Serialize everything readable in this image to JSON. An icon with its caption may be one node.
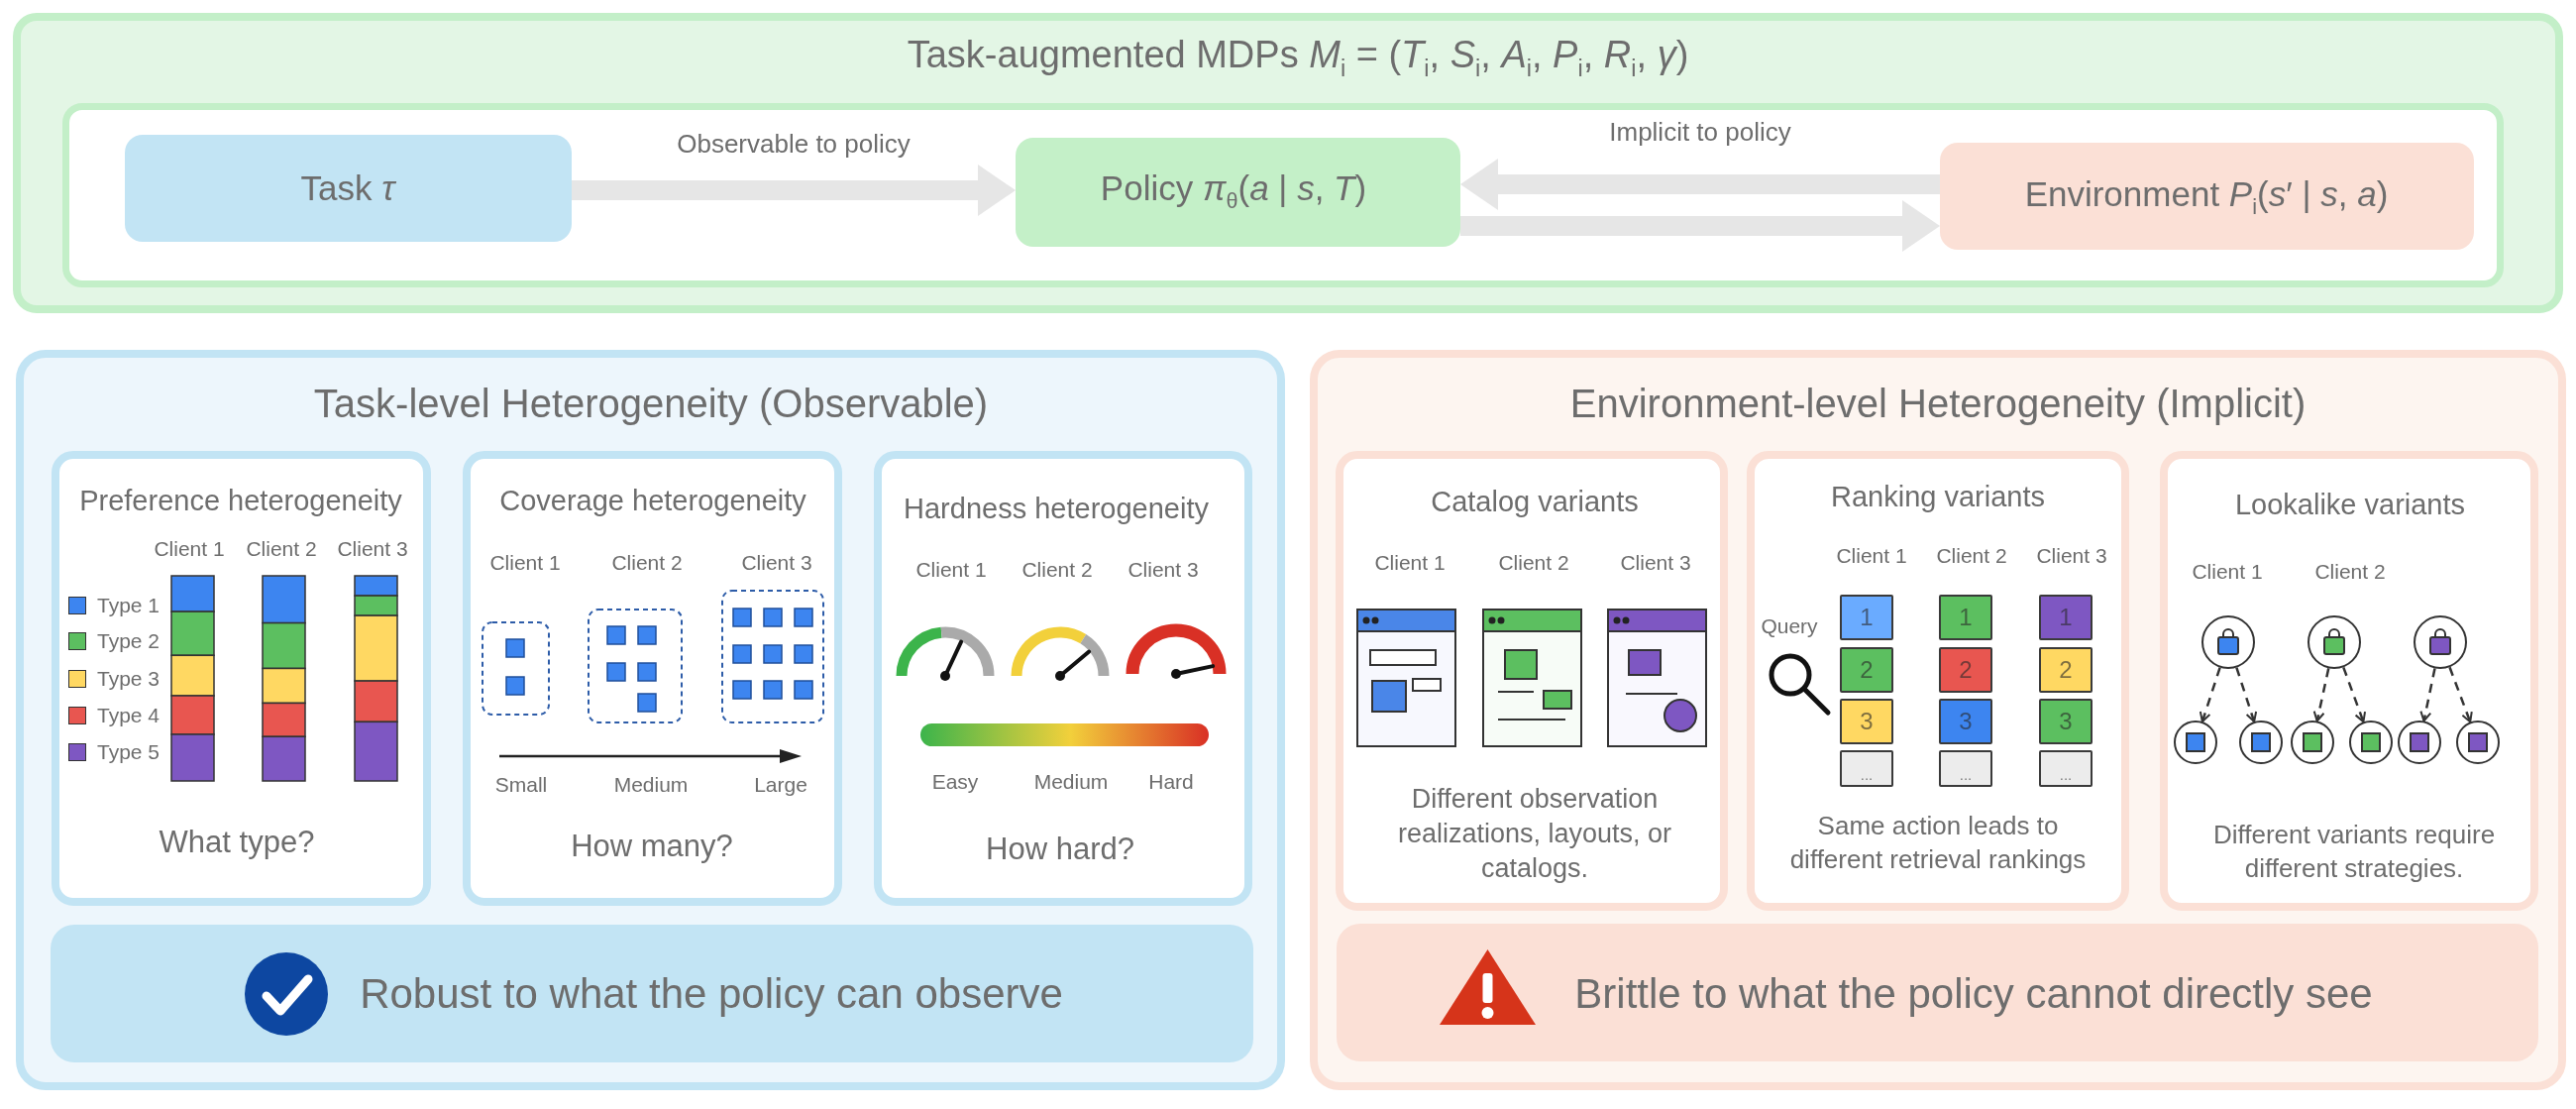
{
  "diagram": {
    "nodes": [
      {
        "text": [
          "Task-augmented MDPs *M*$_{i}$ = (*T*$_{i}$, *S*$_{i}$, *A*$_{i}$, *P*$_{i}$, *R*$_{i}$, *γ*)"
        ]
      },
      {
        "text": [],
        "shape": "box",
        "in": 0
      },
      {
        "text": [
          "Task *τ*"
        ],
        "in": 1
      },
      {
        "text": [
          "Policy *π*$_{θ}$(*a* | *s*, *T*)"
        ],
        "in": 1
      },
      {
        "text": [
          "Environment *P*$_{i}$(*s*′ | *s*, *a*)"
        ],
        "in": 1
      },
      {
        "text": [
          "Task-level Heterogeneity (Observable)"
        ]
      },
      {
        "text": [
          "Preference heterogeneity",
          "What type?"
        ],
        "in": 5
      },
      {
        "text": [
          "Coverage heterogeneity",
          "How many?"
        ],
        "in": 5
      },
      {
        "text": [
          "Hardness heterogeneity",
          "How hard?"
        ],
        "in": 5
      },
      {
        "text": [
          "Robust to what the policy can observe"
        ],
        "in": 5
      },
      {
        "text": [
          "Environment-level Heterogeneity (Implicit)"
        ]
      },
      {
        "text": [
          "Catalog variants",
          "Different observation realizations, layouts, or catalogs."
        ],
        "in": 10
      },
      {
        "text": [
          "Ranking variants",
          "Same action leads to different retrieval rankings"
        ],
        "in": 10
      },
      {
        "text": [
          "1"
        ],
        "in": 12
      },
      {
        "text": [
          "2"
        ],
        "in": 12
      },
      {
        "text": [
          "3"
        ],
        "in": 12
      },
      {
        "text": [
          "..."
        ],
        "in": 12
      },
      {
        "text": [
          "1"
        ],
        "in": 12
      },
      {
        "text": [
          "2"
        ],
        "in": 12
      },
      {
        "text": [
          "3"
        ],
        "in": 12
      },
      {
        "text": [
          "..."
        ],
        "in": 12
      },
      {
        "text": [
          "1"
        ],
        "in": 12
      },
      {
        "text": [
          "2"
        ],
        "in": 12
      },
      {
        "text": [
          "3"
        ],
        "in": 12
      },
      {
        "text": [
          "..."
        ],
        "in": 12
      },
      {
        "text": [
          "Lookalike variants",
          "Different variants require different strategies."
        ],
        "in": 10
      },
      {
        "text": [],
        "shape": "circle",
        "in": 25
      },
      {
        "text": [],
        "shape": "circle",
        "in": 25
      },
      {
        "text": [],
        "shape": "circle",
        "in": 25
      },
      {
        "text": [],
        "shape": "circle",
        "in": 25
      },
      {
        "text": [],
        "shape": "circle",
        "in": 25
      },
      {
        "text": [],
        "shape": "circle",
        "in": 25
      },
      {
        "text": [],
        "shape": "circle",
        "in": 25
      },
      {
        "text": [],
        "shape": "circle",
        "in": 25
      },
      {
        "text": [],
        "shape": "circle",
        "in": 25
      },
      {
        "text": [
          "Brittle to what the policy cannot directly see"
        ],
        "in": 10
      }
    ],
    "edges": [
      {
        "from": 2,
        "to": 3,
        "arrow": "to",
        "label": "Observable to policy",
        "style": "thick",
        "color": "#e6e6e6"
      },
      {
        "from": 4,
        "to": 3,
        "arrow": "to",
        "label": "Implicit to policy",
        "style": "thick",
        "color": "#e6e6e6"
      },
      {
        "from": 3,
        "to": 4,
        "arrow": "to",
        "style": "thick",
        "color": "#e6e6e6"
      },
      {
        "from": 26,
        "to": 29,
        "arrow": "to",
        "style": "dashed"
      },
      {
        "from": 26,
        "to": 30,
        "arrow": "to",
        "style": "dashed"
      },
      {
        "from": 27,
        "to": 31,
        "arrow": "to",
        "style": "dashed"
      },
      {
        "from": 27,
        "to": 32,
        "arrow": "to",
        "style": "dashed"
      },
      {
        "from": 28,
        "to": 33,
        "arrow": "to",
        "style": "dashed"
      },
      {
        "from": 28,
        "to": 34,
        "arrow": "to",
        "style": "dashed"
      }
    ],
    "labels": [
      "Client 1",
      "Client 2",
      "Client 3",
      "Client 1",
      "Client 2",
      "Client 3",
      "Small",
      "Medium",
      "Large",
      "Client 1",
      "Client 2",
      "Client 3",
      "Easy",
      "Medium",
      "Hard",
      "Client 1",
      "Client 2",
      "Client 3",
      "Client 1",
      "Client 2",
      "Client 3",
      "Query",
      "Client 1",
      "Client 2"
    ],
    "legend": [
      {
        "text": "Type 1",
        "color": "#3d85f0"
      },
      {
        "text": "Type 2",
        "color": "#5cbf60"
      },
      {
        "text": "Type 3",
        "color": "#ffd862"
      },
      {
        "text": "Type 4",
        "color": "#e85650"
      },
      {
        "text": "Type 5",
        "color": "#7e57c2"
      }
    ]
  }
}
